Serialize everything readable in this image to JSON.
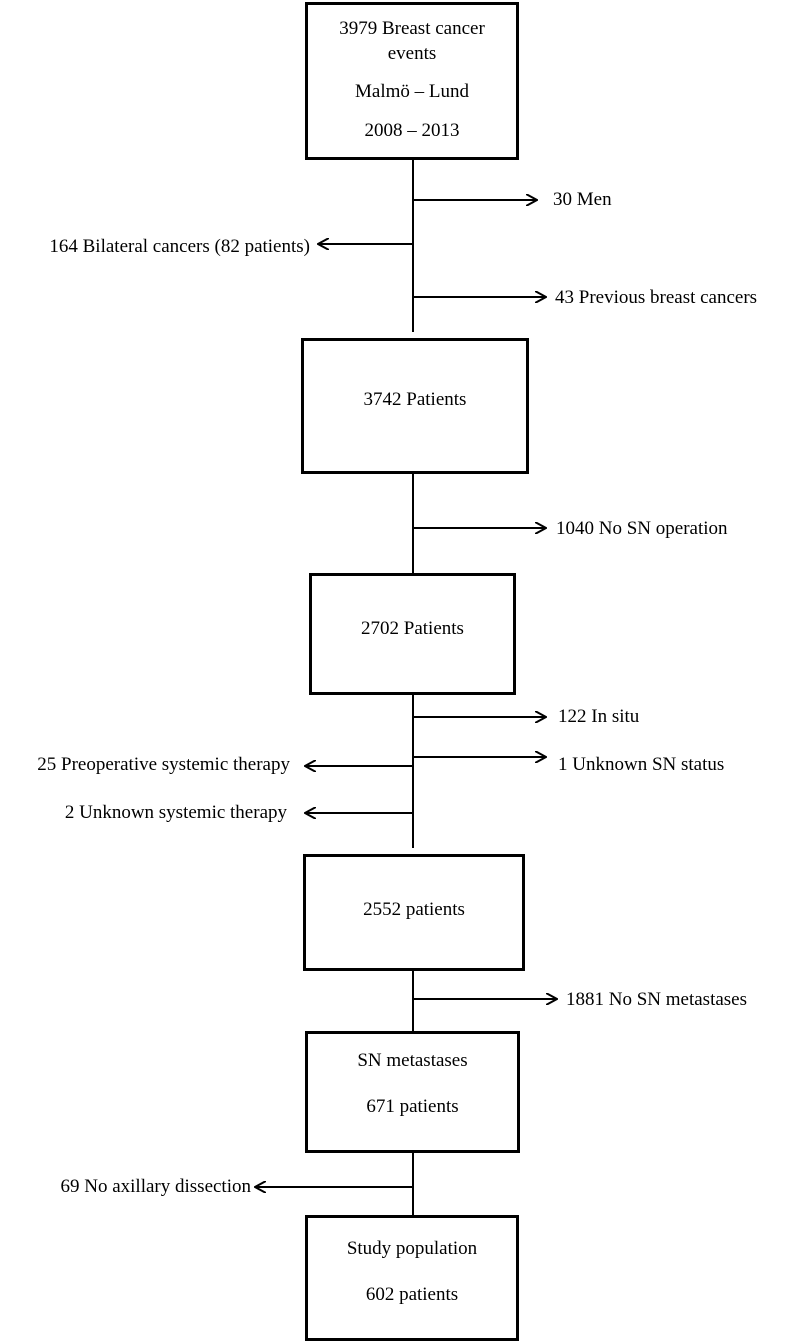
{
  "boxes": {
    "start": {
      "line1": "3979 Breast cancer",
      "line2": "events",
      "line3": "Malmö – Lund",
      "line4": "2008 – 2013"
    },
    "b2": {
      "line1": "3742 Patients"
    },
    "b3": {
      "line1": "2702 Patients"
    },
    "b4": {
      "line1": "2552 patients"
    },
    "b5": {
      "line1": "SN metastases",
      "line2": "671 patients"
    },
    "b6": {
      "line1": "Study population",
      "line2": "602 patients"
    }
  },
  "exclusions": {
    "men": "30 Men",
    "bilateral": "164 Bilateral cancers (82 patients)",
    "previous": "43 Previous breast cancers",
    "no_sn_op": "1040 No SN operation",
    "in_situ": "122 In situ",
    "unknown_sn": "1 Unknown SN status",
    "preop": "25 Preoperative systemic therapy",
    "unknown_sys": "2 Unknown systemic therapy",
    "no_sn_met": "1881 No SN metastases",
    "no_axillary": "69 No axillary dissection"
  }
}
